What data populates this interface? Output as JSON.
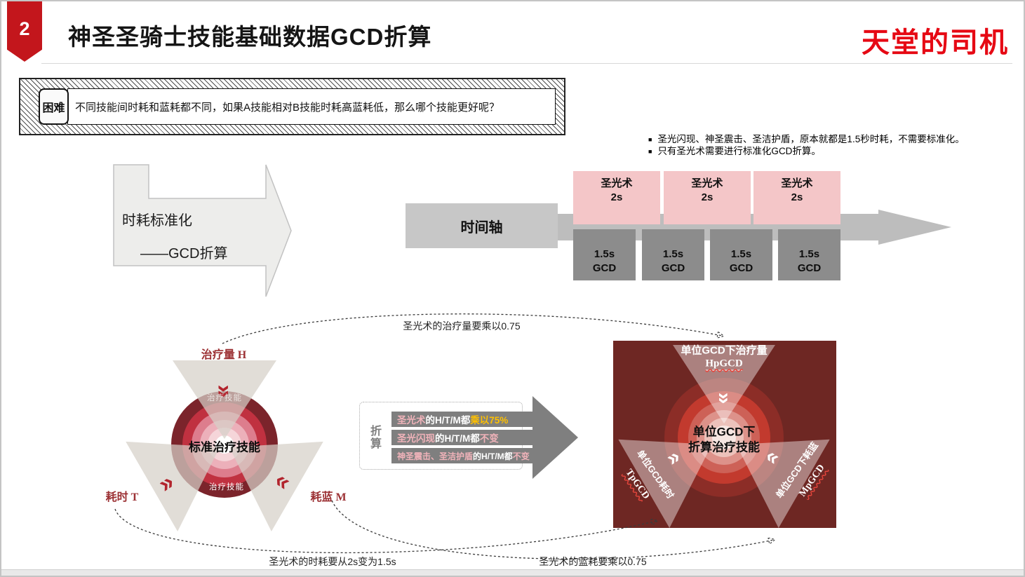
{
  "slide": {
    "badge_number": "2",
    "title": "神圣圣骑士技能基础数据GCD折算",
    "logo": "天堂的司机"
  },
  "difficulty": {
    "label": "困难",
    "question": "不同技能间时耗和蓝耗都不同，如果A技能相对B技能时耗高蓝耗低，那么哪个技能更好呢？"
  },
  "notes": {
    "bullet": "■",
    "items": [
      "圣光闪现、神圣震击、圣洁护盾，原本就都是1.5秒时耗，不需要标准化。",
      "只有圣光术需要进行标准化GCD折算。"
    ]
  },
  "standardize_arrow": {
    "line1": "时耗标准化",
    "line2": "——GCD折算"
  },
  "timeline": {
    "axis_label": "时间轴",
    "spell_blocks": [
      {
        "name": "圣光术",
        "duration": "2s"
      },
      {
        "name": "圣光术",
        "duration": "2s"
      },
      {
        "name": "圣光术",
        "duration": "2s"
      }
    ],
    "gcd_blocks": [
      {
        "duration": "1.5s",
        "label": "GCD"
      },
      {
        "duration": "1.5s",
        "label": "GCD"
      },
      {
        "duration": "1.5s",
        "label": "GCD"
      },
      {
        "duration": "1.5s",
        "label": "GCD"
      }
    ]
  },
  "left_diagram": {
    "top_label": "治疗量 H",
    "left_label": "耗时 T",
    "right_label": "耗蓝 M",
    "center_label": "标准治疗技能",
    "sector_top": "治疗技能",
    "sector_bottom": "治疗技能"
  },
  "conversion": {
    "label": "折算",
    "rules": [
      {
        "skill": "圣光术",
        "middle": "的H/T/M都",
        "result": "乘以75%"
      },
      {
        "skill": "圣光闪现",
        "middle": "的H/T/M都",
        "result": "不变"
      },
      {
        "skill": "神圣震击、圣洁护盾",
        "middle": "的H/T/M都",
        "result": "不变"
      }
    ]
  },
  "right_diagram": {
    "top_label": "单位GCD下治疗量",
    "top_abbr": "HpGCD",
    "center_line1": "单位GCD下",
    "center_line2": "折算治疗技能",
    "left_label": "单位GCD耗时",
    "left_abbr": "TpGCD",
    "right_label": "单位GCD下耗蓝",
    "right_abbr": "MpGCD"
  },
  "annotations": {
    "healing": "圣光术的治疗量要乘以0.75",
    "cast_time": "圣光术的时耗要从2s变为1.5s",
    "mana": "圣光术的蓝耗要乘以0.75"
  },
  "icons": {
    "chevron_double_right": "»",
    "chevron_double_left": "«"
  },
  "colors": {
    "accent_red": "#c3161c",
    "logo_red": "#e60914",
    "label_dark_red": "#9c3134",
    "maroon_bg": "#6e2723",
    "pink_block": "#f4c6c8",
    "gray_block": "#8c8c8c",
    "shaft_gray": "#bdbdbd",
    "bar_gray": "#7f7f7f",
    "highlight_yellow": "#ffc000",
    "rule_pink": "#f1b3ba"
  }
}
